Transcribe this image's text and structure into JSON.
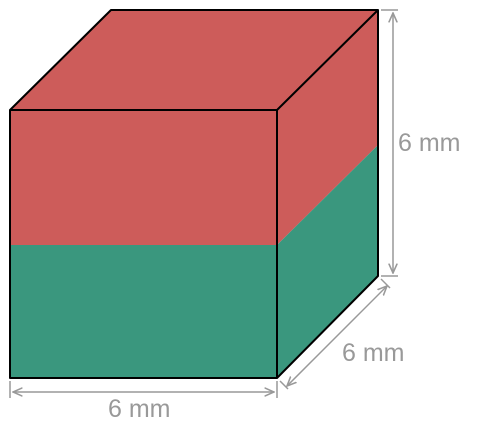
{
  "magnet": {
    "colors": {
      "north": "#cd5c5a",
      "south": "#3a977e",
      "edge": "#000000",
      "dimension": "#999999"
    }
  },
  "dimensions": {
    "height_label": "6 mm",
    "depth_label": "6 mm",
    "width_label": "6 mm"
  }
}
